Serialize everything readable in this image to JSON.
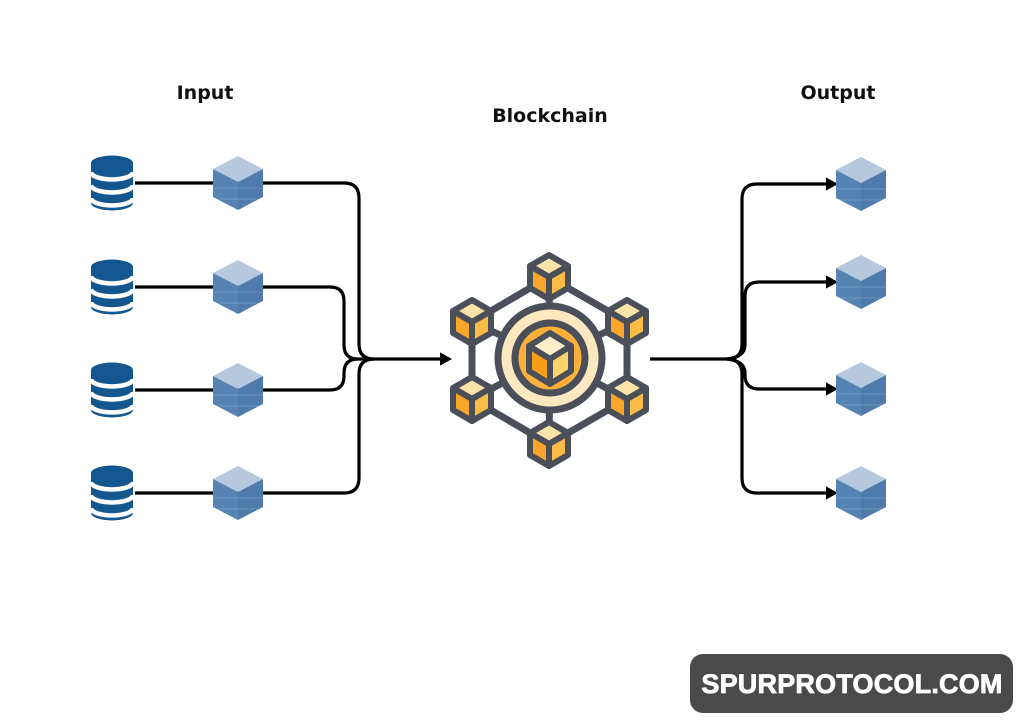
{
  "labels": {
    "input": "Input",
    "blockchain": "Blockchain",
    "output": "Output"
  },
  "watermark": {
    "text": "SPURPROTOCOL.COM"
  },
  "diagram": {
    "input_rows": 4,
    "output_rows": 4,
    "input_node_icons": [
      "database-icon",
      "cube-icon"
    ],
    "center_icon": "blockchain-network-icon",
    "output_node_icon": "cube-icon"
  },
  "colors": {
    "database_blue": "#14578f",
    "cube_top": "#b6c8dd",
    "cube_left": "#5583b4",
    "cube_right": "#4e7bab",
    "network_outline": "#4a4f59",
    "network_orange": "#fbb03c",
    "network_orange_dark": "#f9a62a",
    "network_orange_light": "#fbbc47",
    "network_cream": "#fbe2a9",
    "network_cream_light": "#fde8bf",
    "center_cube_top": "#fdeecb",
    "center_cube_left": "#f79e1b",
    "center_cube_right": "#fdd36b",
    "connector": "#000000",
    "watermark_bg": "#4a4a4a",
    "watermark_text": "#ffffff"
  }
}
